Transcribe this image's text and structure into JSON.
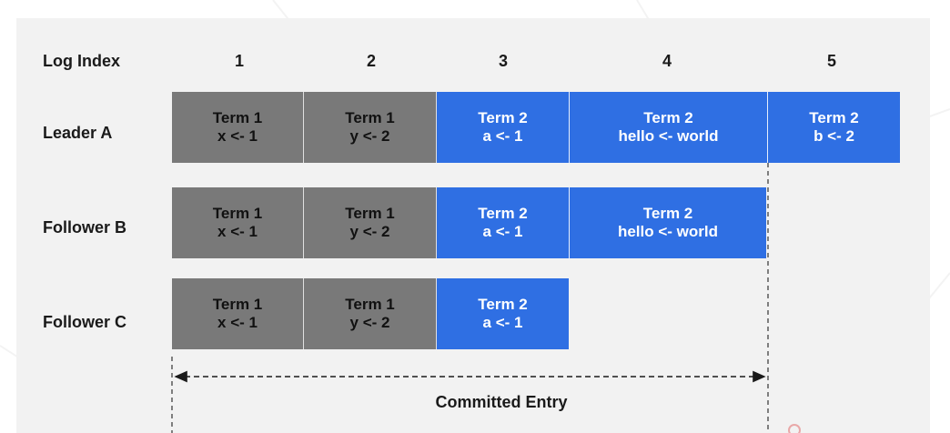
{
  "header": {
    "row_label": "Log Index",
    "indices": [
      "1",
      "2",
      "3",
      "4",
      "5"
    ]
  },
  "rows": [
    {
      "label": "Leader A",
      "entries": [
        {
          "term": "Term 1",
          "cmd": "x <- 1",
          "term_num": 1
        },
        {
          "term": "Term 1",
          "cmd": "y <- 2",
          "term_num": 1
        },
        {
          "term": "Term 2",
          "cmd": "a <- 1",
          "term_num": 2
        },
        {
          "term": "Term 2",
          "cmd": "hello <- world",
          "term_num": 2
        },
        {
          "term": "Term 2",
          "cmd": "b <- 2",
          "term_num": 2
        }
      ]
    },
    {
      "label": "Follower B",
      "entries": [
        {
          "term": "Term 1",
          "cmd": "x <- 1",
          "term_num": 1
        },
        {
          "term": "Term 1",
          "cmd": "y <- 2",
          "term_num": 1
        },
        {
          "term": "Term 2",
          "cmd": "a <- 1",
          "term_num": 2
        },
        {
          "term": "Term 2",
          "cmd": "hello <- world",
          "term_num": 2
        }
      ]
    },
    {
      "label": "Follower C",
      "entries": [
        {
          "term": "Term 1",
          "cmd": "x <- 1",
          "term_num": 1
        },
        {
          "term": "Term 1",
          "cmd": "y <- 2",
          "term_num": 1
        },
        {
          "term": "Term 2",
          "cmd": "a <- 1",
          "term_num": 2
        }
      ]
    }
  ],
  "committed": {
    "label": "Committed Entry",
    "through_index": 4
  },
  "colors": {
    "term1": "#797979",
    "term2": "#2f6fe3",
    "panel": "#f2f2f2"
  }
}
